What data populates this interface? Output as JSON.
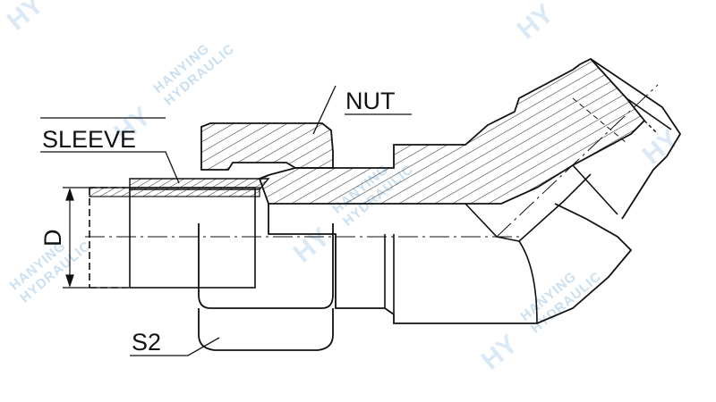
{
  "labels": {
    "nut": "NUT",
    "sleeve": "SLEEVE",
    "d": "D",
    "s2": "S2"
  },
  "watermark": {
    "line1": "HANYING",
    "line2": "HYDRAULIC",
    "logo": "HY"
  },
  "colors": {
    "line": "#111111",
    "hatch": "#333333",
    "watermark": "#9fc6e4"
  }
}
